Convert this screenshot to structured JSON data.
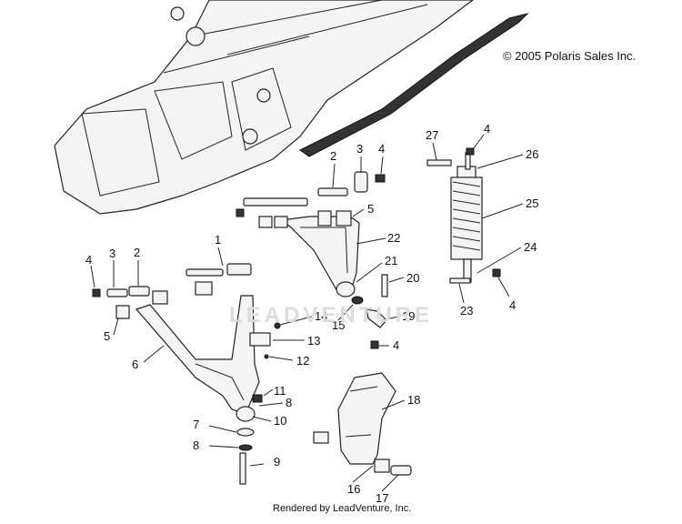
{
  "copyright": "© 2005 Polaris Sales Inc.",
  "rendered_by": "Rendered by LeadVenture, Inc.",
  "watermark": "LEADVENTURE",
  "callouts": {
    "c1": "1",
    "c2a": "2",
    "c2b": "2",
    "c3a": "3",
    "c3b": "3",
    "c4a": "4",
    "c4b": "4",
    "c4c": "4",
    "c4d": "4",
    "c4e": "4",
    "c5a": "5",
    "c5b": "5",
    "c6": "6",
    "c7": "7",
    "c8a": "8",
    "c8b": "8",
    "c9": "9",
    "c10": "10",
    "c11": "11",
    "c12": "12",
    "c13": "13",
    "c14": "14",
    "c15": "15",
    "c16": "16",
    "c17": "17",
    "c18": "18",
    "c19": "19",
    "c20": "20",
    "c21": "21",
    "c22": "22",
    "c23": "23",
    "c24": "24",
    "c25": "25",
    "c26": "26",
    "c27": "27"
  }
}
